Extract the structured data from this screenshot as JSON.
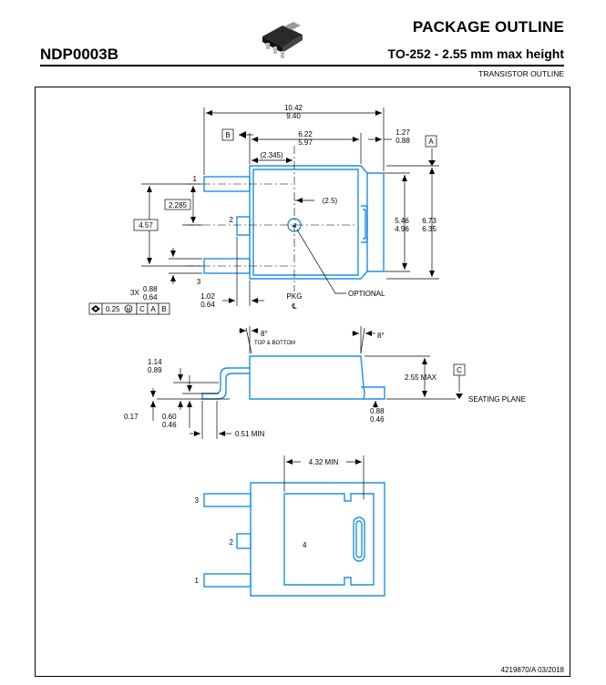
{
  "header": {
    "title": "PACKAGE OUTLINE",
    "part_number": "NDP0003B",
    "package": "TO-252 - 2.55 mm max height",
    "subtitle": "TRANSISTOR OUTLINE"
  },
  "top_view": {
    "overall_length": [
      "10.42",
      "9.40"
    ],
    "body_length": [
      "6.22",
      "5.97"
    ],
    "tab_length": [
      "1.27",
      "0.88"
    ],
    "ref_2345": "(2.345)",
    "ref_25": "(2.5)",
    "pitch": "2.285",
    "span": "4.57",
    "body_width": [
      "5.46",
      "4.96"
    ],
    "overall_width": [
      "6.73",
      "6.35"
    ],
    "lead_width_prefix": "3X",
    "lead_width": [
      "0.88",
      "0.64"
    ],
    "lead_length": [
      "1.02",
      "0.64"
    ],
    "pkg_label": "PKG",
    "cl_symbol": "℄",
    "optional_label": "OPTIONAL",
    "datum_a": "A",
    "datum_b": "B",
    "fcf_tolerance": "0.25",
    "fcf_datums": [
      "C",
      "A",
      "B"
    ],
    "pins": [
      "1",
      "2",
      "3"
    ]
  },
  "side_view": {
    "draft_angle": "8°",
    "draft_note": "TOP & BOTTOM",
    "draft_angle_right": "8°",
    "lead_height": [
      "1.14",
      "0.89"
    ],
    "max_height": "2.55 MAX",
    "datum_c": "C",
    "seating_plane": "SEATING PLANE",
    "standoff": "0.17",
    "lead_thk": [
      "0.60",
      "0.46"
    ],
    "tab_thk": [
      "0.88",
      "0.46"
    ],
    "foot_min": "0.51 MIN"
  },
  "bottom_view": {
    "pad_min": "4.32 MIN",
    "tab_pin": "4",
    "pins": [
      "3",
      "2",
      "1"
    ]
  },
  "footer": {
    "document": "4219870/A   03/2018"
  },
  "colors": {
    "outline": "#1e90e0",
    "line": "#000000"
  }
}
